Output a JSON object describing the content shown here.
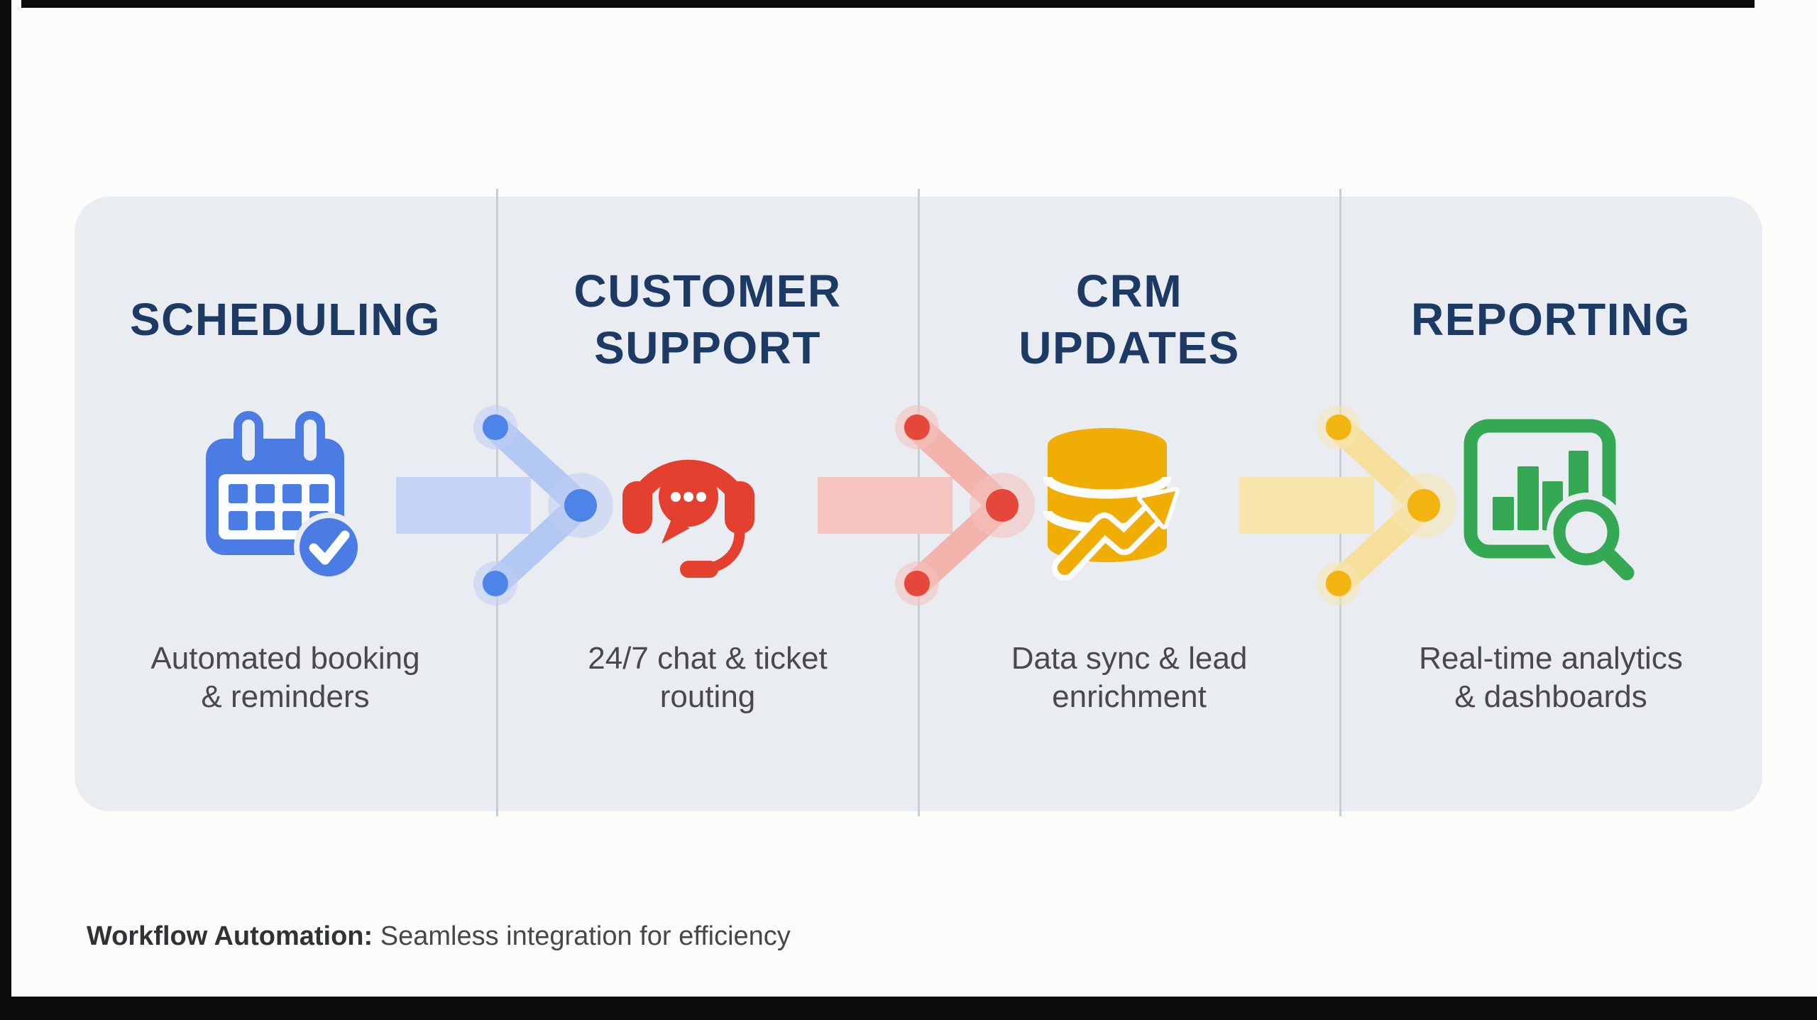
{
  "colors": {
    "c-page": "#fcfcfb",
    "c-frame": "#0c0c0c",
    "c-panel": "#e9edf2",
    "c-divider": "#c9ced3",
    "c-white": "#fbfcfe",
    "c-heading": "#1c3a64",
    "c-desc": "#47494d",
    "c-caption-bold": "#303336",
    "c-caption": "#45484b",
    "blue": "#4a7ce4",
    "blue-dot": "#4c84e8",
    "blue-band": "#c6d4f7",
    "blue-chev": "#b4c8f4",
    "blue-halo": "#bdcdf3",
    "red": "#e4402f",
    "red-dot": "#e5483a",
    "red-band": "#f6c4bf",
    "red-chev": "#f3b3ad",
    "red-halo": "#f4c0ba",
    "gold": "#f0ae04",
    "gold-dot": "#f2b411",
    "gold-band": "#f8e5ab",
    "gold-chev": "#f6de9b",
    "gold-halo": "#f7e6b0",
    "green": "#34a853"
  },
  "columns": [
    {
      "id": "scheduling",
      "title_lines": [
        "SCHEDULING"
      ],
      "description_lines": [
        "Automated booking",
        "& reminders"
      ],
      "icon": "calendar-check-icon"
    },
    {
      "id": "customer-support",
      "title_lines": [
        "CUSTOMER",
        "SUPPORT"
      ],
      "description_lines": [
        "24/7 chat & ticket",
        "routing"
      ],
      "icon": "headset-chat-icon"
    },
    {
      "id": "crm-updates",
      "title_lines": [
        "CRM",
        "UPDATES"
      ],
      "description_lines": [
        "Data sync & lead",
        "enrichment"
      ],
      "icon": "database-growth-icon"
    },
    {
      "id": "reporting",
      "title_lines": [
        "REPORTING"
      ],
      "description_lines": [
        "Real-time analytics",
        "& dashboards"
      ],
      "icon": "chart-magnifier-icon"
    }
  ],
  "arrows": [
    {
      "from": "scheduling",
      "to": "customer-support",
      "color_family": "blue"
    },
    {
      "from": "customer-support",
      "to": "crm-updates",
      "color_family": "red"
    },
    {
      "from": "crm-updates",
      "to": "reporting",
      "color_family": "gold"
    }
  ],
  "caption": {
    "bold": "Workflow Automation:",
    "regular": " Seamless integration for efficiency"
  }
}
